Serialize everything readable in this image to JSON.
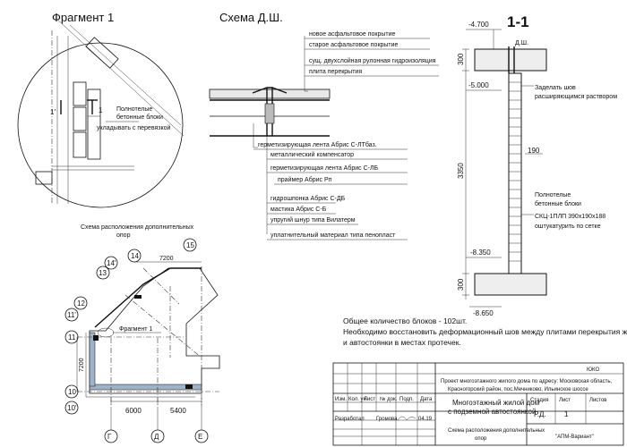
{
  "fragment": {
    "title": "Фрагмент 1",
    "label_1": "1",
    "label_1prime": "1'",
    "note_line1": "Полнотелые",
    "note_line2": "бетонные блоки",
    "note_line3": "укладывать с перевязкой"
  },
  "schema_dsh": {
    "title": "Схема Д.Ш.",
    "top_layers": [
      "новое асфальтовое покрытие",
      "старое асфальтовое покрытие",
      "сущ. двухслойная рулонная гидроизоляция",
      "плита перекрытия"
    ],
    "mid_layers": [
      "герметизирующая лента Абрис С-ЛТбаз.",
      "металлический компенсатор",
      "герметизирующая лента Абрис С-ЛБ",
      "праймер Абрис Рп"
    ],
    "bottom_layers": [
      "гидрошпонка Абрис С-ДБ",
      "мастика Абрис С-Б",
      "упругий шнур типа Вилатерм",
      "уплатнительный материал типа пенопласт"
    ]
  },
  "section": {
    "title": "1-1",
    "joint_label": "Д.Ш.",
    "lvl_top": "-4.700",
    "lvl_2": "-5.000",
    "lvl_3": "-8.350",
    "lvl_bot": "-8.650",
    "dim_300a": "300",
    "dim_3350": "3350",
    "dim_190": "190",
    "dim_300b": "300",
    "note_a1": "Заделать шов",
    "note_a2": "расширяющимся раствором",
    "note_b1": "Полнотелые",
    "note_b2": "бетонные блоки",
    "note_b3": "СКЦ-1ПЛП 390х190х188",
    "note_b4": "оштукатурить по сетке"
  },
  "plan": {
    "title_line1": "Схема расположения дополнительных",
    "title_line2": "опор",
    "axes": [
      "14",
      "15",
      "14'",
      "13",
      "12",
      "11'",
      "11",
      "10",
      "10'",
      "Г",
      "Д",
      "Е"
    ],
    "dim_7200_top": "7200",
    "dim_7200_left": "7200",
    "dim_6000": "6000",
    "dim_5400": "5400",
    "fragment_ref": "Фрагмент 1"
  },
  "notes": {
    "line1": "Общее количество блоков  -  102шт.",
    "line2": "Необходимо восстановить деформационный шов между плитами перекрытия жилого дома",
    "line3": "и автостоянки в местах протечек."
  },
  "title_block": {
    "code": "ЮКО",
    "project_line1": "Проект многоэтажного жилого дома по адресу: Московская область,",
    "project_line2": "Красногорский район,  пос.Мечниково, Ильинское шоссе",
    "headers": [
      "Изм.",
      "Кол. уч",
      "Лист",
      "№ док.",
      "Подп.",
      "Дата"
    ],
    "object_line1": "Многоэтажный жилой дом",
    "object_line2": "с подземной автостоянкой",
    "stage_label": "Стадия",
    "sheet_label": "Лист",
    "sheets_label": "Листов",
    "stage": "Р.Д.",
    "sheet": "1",
    "developed_label": "Разработал",
    "developer": "Громова",
    "date": "04.19",
    "drawing_name_line1": "Схема расположения дополнительных",
    "drawing_name_line2": "опор",
    "company": "\"АПМ-Вариант\""
  }
}
